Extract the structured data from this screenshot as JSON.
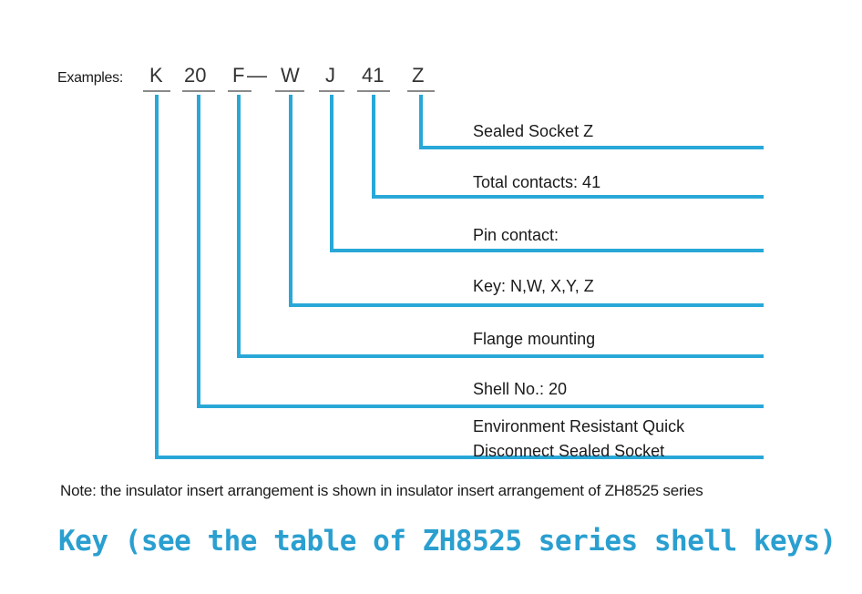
{
  "diagram": {
    "examples_label": "Examples:",
    "code": {
      "k": "K",
      "shell": "20",
      "flange": "F",
      "dash": "—",
      "key": "W",
      "contact": "J",
      "count": "41",
      "sealed": "Z"
    },
    "descriptions": {
      "sealed_socket": "Sealed Socket Z",
      "total_contacts": "Total contacts: 41",
      "pin_contact": "Pin contact:",
      "key": "Key: N,W, X,Y, Z",
      "flange_mounting": "Flange mounting",
      "shell_no": "Shell  No.: 20",
      "env_line1": "Environment Resistant Quick",
      "env_line2": "Disconnect Sealed Socket"
    },
    "line_color": "#29a8d8"
  },
  "note": "Note: the insulator insert arrangement is shown  in insulator insert arrangement of ZH8525 series",
  "key_title": "Key (see the table of ZH8525 series shell keys)",
  "title_color": "#2a9fd0"
}
